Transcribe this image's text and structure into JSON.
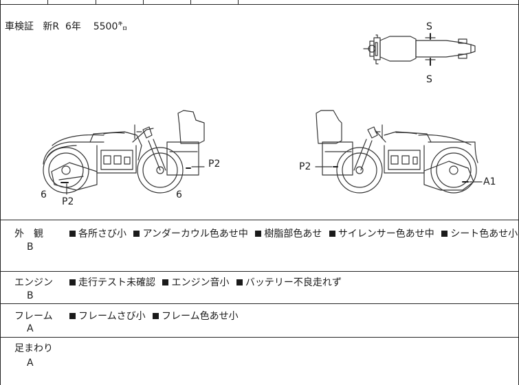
{
  "vehicle": {
    "inspection_label": "車検証",
    "status": "新R",
    "years": "6年",
    "mileage": "5500㌔"
  },
  "diagram": {
    "top_view": {
      "front_mark": "S",
      "rear_mark": "S"
    },
    "left_side": {
      "label_p2_rear": "P2",
      "label_p2_front": "P2",
      "label_6_front": "6",
      "label_6_rear": "6"
    },
    "right_side": {
      "label_p2": "P2",
      "label_a1": "A1"
    }
  },
  "sections": [
    {
      "category": "外　観",
      "grade": "B",
      "notes": [
        "各所さび小",
        "アンダーカウル色あせ中",
        "樹脂部色あせ",
        "サイレンサー色あせ中",
        "シート色あせ小"
      ]
    },
    {
      "category": "エンジン",
      "grade": "B",
      "notes": [
        "走行テスト未確認",
        "エンジン音小",
        "バッテリー不良走れず"
      ]
    },
    {
      "category": "フレーム",
      "grade": "A",
      "notes": [
        "フレームさび小",
        "フレーム色あせ小"
      ]
    },
    {
      "category": "足まわり",
      "grade": "A",
      "notes": []
    }
  ]
}
